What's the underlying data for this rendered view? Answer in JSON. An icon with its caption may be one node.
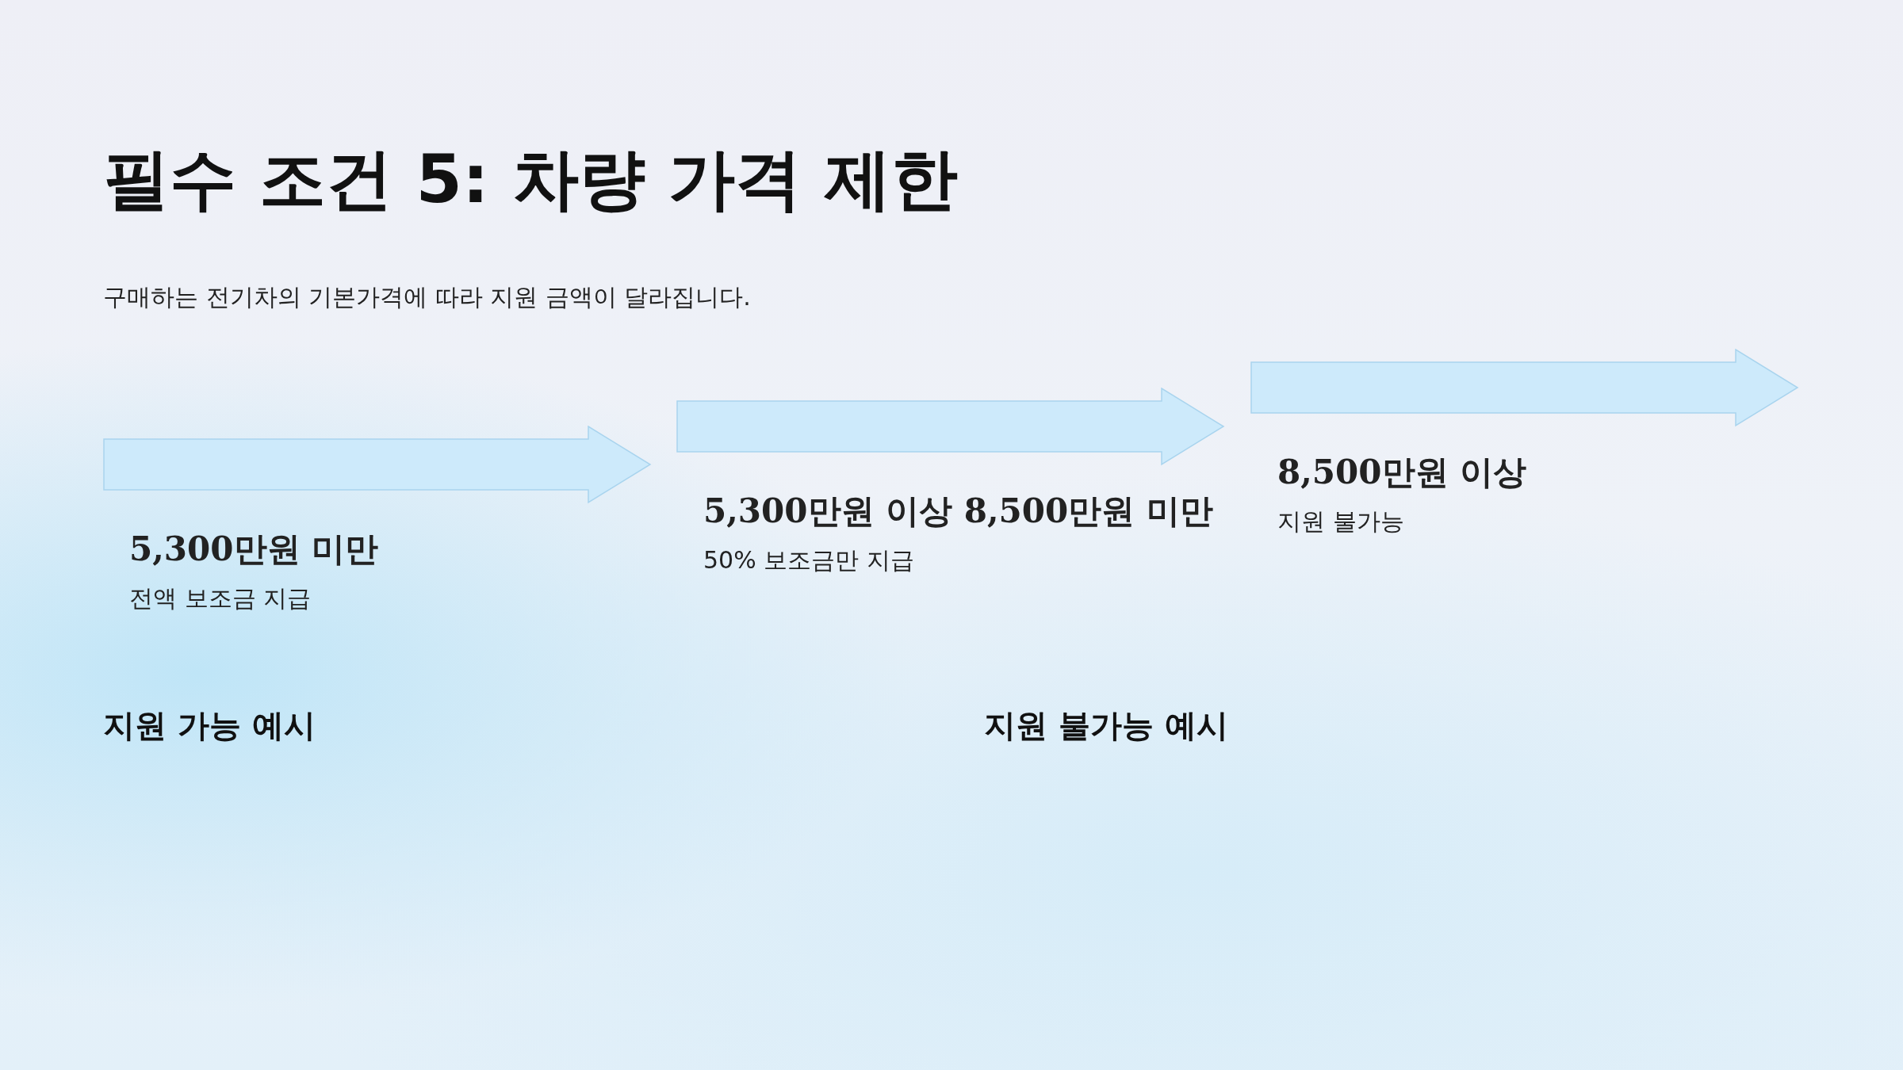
{
  "diagram": {
    "title": "필수 조건 5: 차량 가격 제한",
    "nodes": [
      {
        "text": [
          "5,300만원 미만",
          "전액 보조금 지급"
        ]
      },
      {
        "text": [
          "5,300만원 이상 8,500만원 미만",
          "50% 보조금만 지급"
        ]
      },
      {
        "text": [
          "8,500만원 이상",
          "지원 불가능"
        ]
      }
    ],
    "labels": [
      "구매하는 전기차의 기본가격에 따라 지원 금액이 달라집니다.",
      "지원 가능 예시",
      "지원 불가능 예시"
    ]
  }
}
